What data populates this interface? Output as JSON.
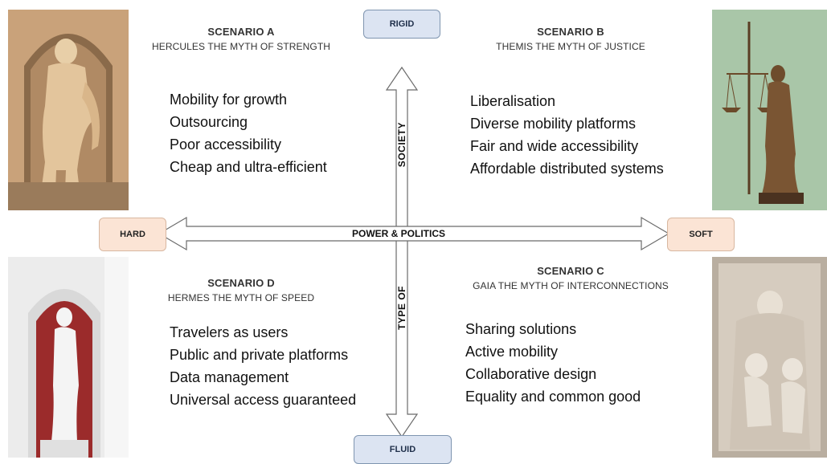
{
  "axes": {
    "top": "RIGID",
    "bottom": "FLUID",
    "left": "HARD",
    "right": "SOFT",
    "horizontal": "POWER & POLITICS",
    "vertical_upper": "SOCIETY",
    "vertical_lower": "TYPE OF"
  },
  "scenarios": {
    "a": {
      "title": "SCENARIO A",
      "subtitle": "HERCULES THE MYTH OF STRENGTH",
      "items": [
        "Mobility for growth",
        "Outsourcing",
        "Poor accessibility",
        "Cheap and ultra-efficient"
      ]
    },
    "b": {
      "title": "SCENARIO B",
      "subtitle": "THEMIS THE MYTH OF JUSTICE",
      "items": [
        "Liberalisation",
        "Diverse mobility platforms",
        "Fair and wide accessibility",
        "Affordable distributed systems"
      ]
    },
    "c": {
      "title": "SCENARIO C",
      "subtitle": "GAIA THE MYTH OF INTERCONNECTIONS",
      "items": [
        "Sharing solutions",
        "Active mobility",
        "Collaborative design",
        "Equality and common good"
      ]
    },
    "d": {
      "title": "SCENARIO D",
      "subtitle": "HERMES THE MYTH OF SPEED",
      "items": [
        "Travelers as users",
        "Public and private platforms",
        "Data management",
        "Universal access guaranteed"
      ]
    }
  },
  "colors": {
    "box_blue": "#dce4f2",
    "box_peach": "#fbe4d5",
    "arrow_stroke": "#6b6b6b"
  }
}
